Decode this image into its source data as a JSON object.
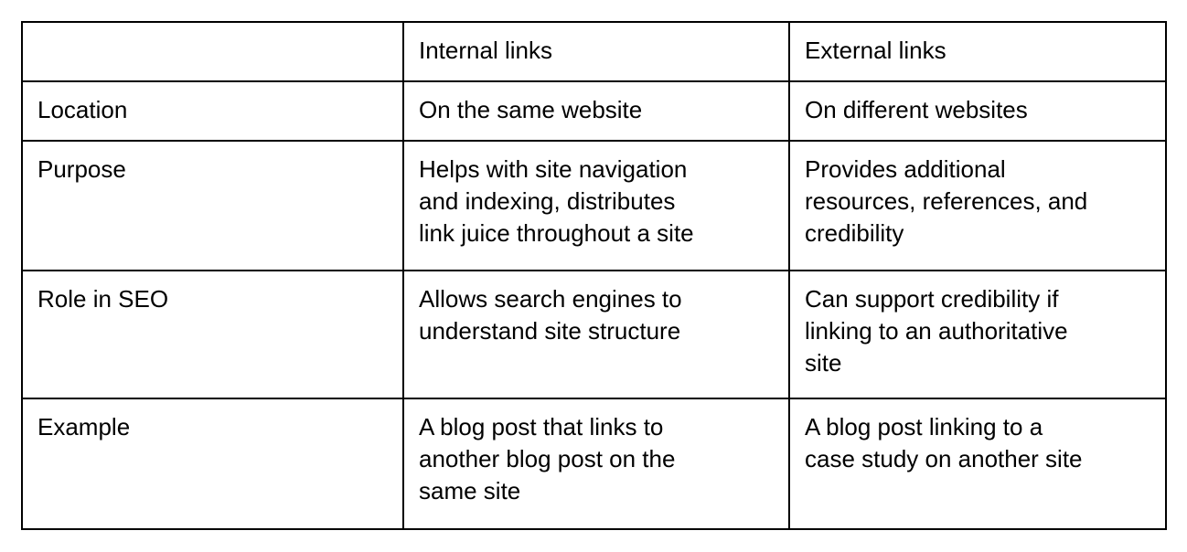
{
  "table": {
    "name": "internal-vs-external-links-comparison",
    "colors": {
      "border": "#000000",
      "text": "#000000",
      "background": "#ffffff"
    },
    "header": {
      "corner": "",
      "internal": "Internal links",
      "external": "External links"
    },
    "rows": [
      {
        "label": "Location",
        "internal": "On the same website",
        "external": "On different websites"
      },
      {
        "label": "Purpose",
        "internal": "Helps with site navigation\nand indexing, distributes\nlink juice throughout a site",
        "external": "Provides additional\nresources, references, and\ncredibility"
      },
      {
        "label": "Role in SEO",
        "internal": "Allows search engines to\nunderstand site structure",
        "external": "Can support credibility if\nlinking to an authoritative\nsite"
      },
      {
        "label": "Example",
        "internal": "A blog post that links to\nanother blog post on the\nsame site",
        "external": "A blog post linking to a\ncase study on another site"
      }
    ]
  }
}
